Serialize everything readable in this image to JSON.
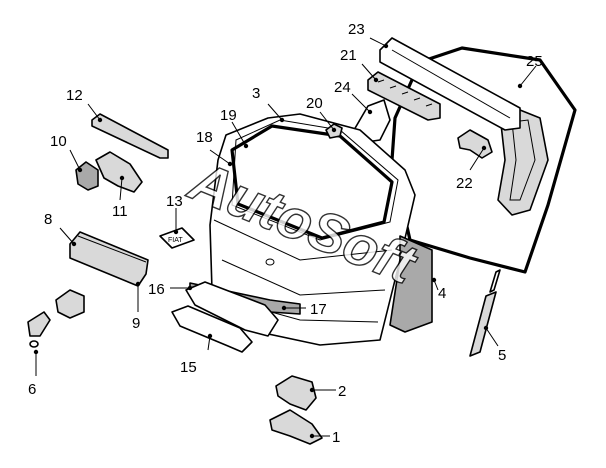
{
  "callouts": [
    {
      "id": "1",
      "name": "callout-1"
    },
    {
      "id": "2",
      "name": "callout-2"
    },
    {
      "id": "3",
      "name": "callout-3"
    },
    {
      "id": "4",
      "name": "callout-4"
    },
    {
      "id": "5",
      "name": "callout-5"
    },
    {
      "id": "6",
      "name": "callout-6"
    },
    {
      "id": "8",
      "name": "callout-8"
    },
    {
      "id": "9",
      "name": "callout-9"
    },
    {
      "id": "10",
      "name": "callout-10"
    },
    {
      "id": "11",
      "name": "callout-11"
    },
    {
      "id": "12",
      "name": "callout-12"
    },
    {
      "id": "13",
      "name": "callout-13"
    },
    {
      "id": "15",
      "name": "callout-15"
    },
    {
      "id": "16",
      "name": "callout-16"
    },
    {
      "id": "17",
      "name": "callout-17"
    },
    {
      "id": "18",
      "name": "callout-18"
    },
    {
      "id": "19",
      "name": "callout-19"
    },
    {
      "id": "20",
      "name": "callout-20"
    },
    {
      "id": "21",
      "name": "callout-21"
    },
    {
      "id": "22",
      "name": "callout-22"
    },
    {
      "id": "23",
      "name": "callout-23"
    },
    {
      "id": "24",
      "name": "callout-24"
    },
    {
      "id": "25",
      "name": "callout-25"
    }
  ],
  "badge_text": "FIAT",
  "watermark": "AutoSoft"
}
